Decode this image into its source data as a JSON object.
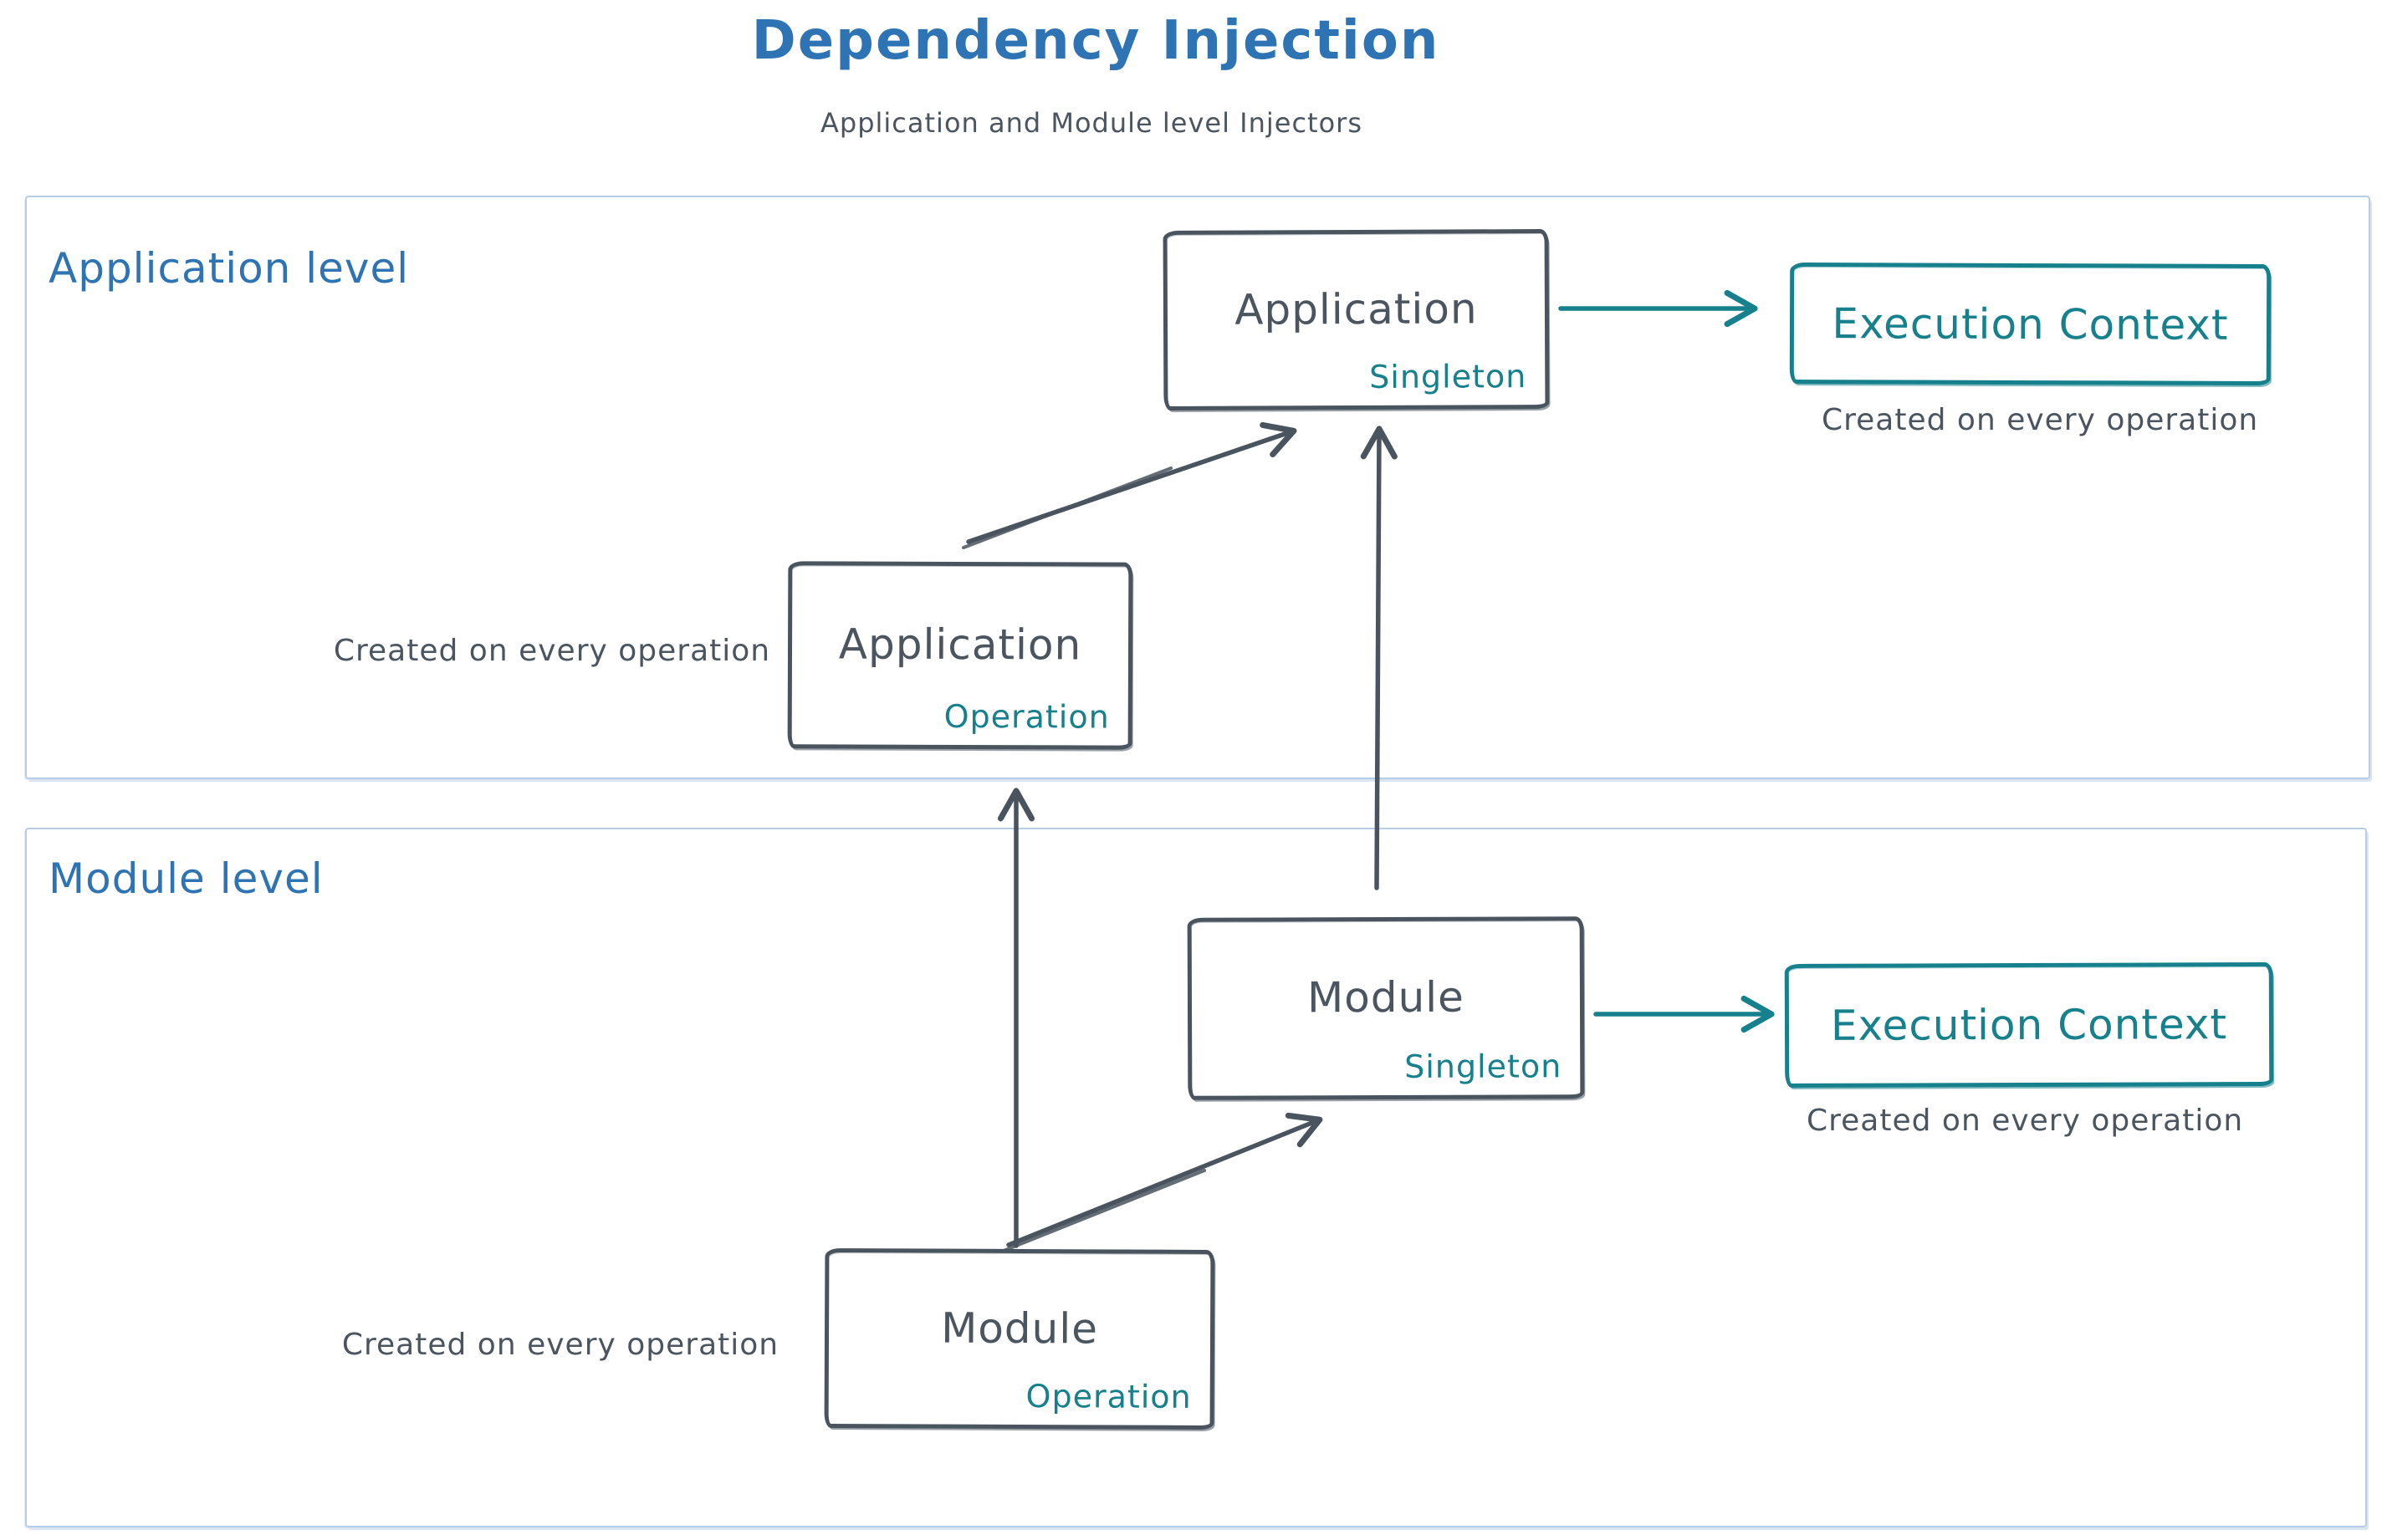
{
  "header": {
    "title": "Dependency Injection",
    "subtitle": "Application and Module level Injectors"
  },
  "sections": {
    "application": {
      "label": "Application level"
    },
    "module": {
      "label": "Module level"
    }
  },
  "nodes": {
    "app_singleton": {
      "title": "Application",
      "tag": "Singleton"
    },
    "app_operation": {
      "title": "Application",
      "tag": "Operation"
    },
    "module_singleton": {
      "title": "Module",
      "tag": "Singleton"
    },
    "module_operation": {
      "title": "Module",
      "tag": "Operation"
    },
    "ec_app": {
      "title": "Execution Context"
    },
    "ec_module": {
      "title": "Execution Context"
    }
  },
  "notes": {
    "app_operation_note": "Created on every operation",
    "ec_app_note": "Created on every operation",
    "module_operation_note": "Created on every operation",
    "ec_module_note": "Created on every operation"
  },
  "colors": {
    "title_blue": "#2e74b5",
    "stroke_dark": "#49545f",
    "text_dark": "#4a5560",
    "teal": "#17808d",
    "container_border": "#b7cde6"
  }
}
